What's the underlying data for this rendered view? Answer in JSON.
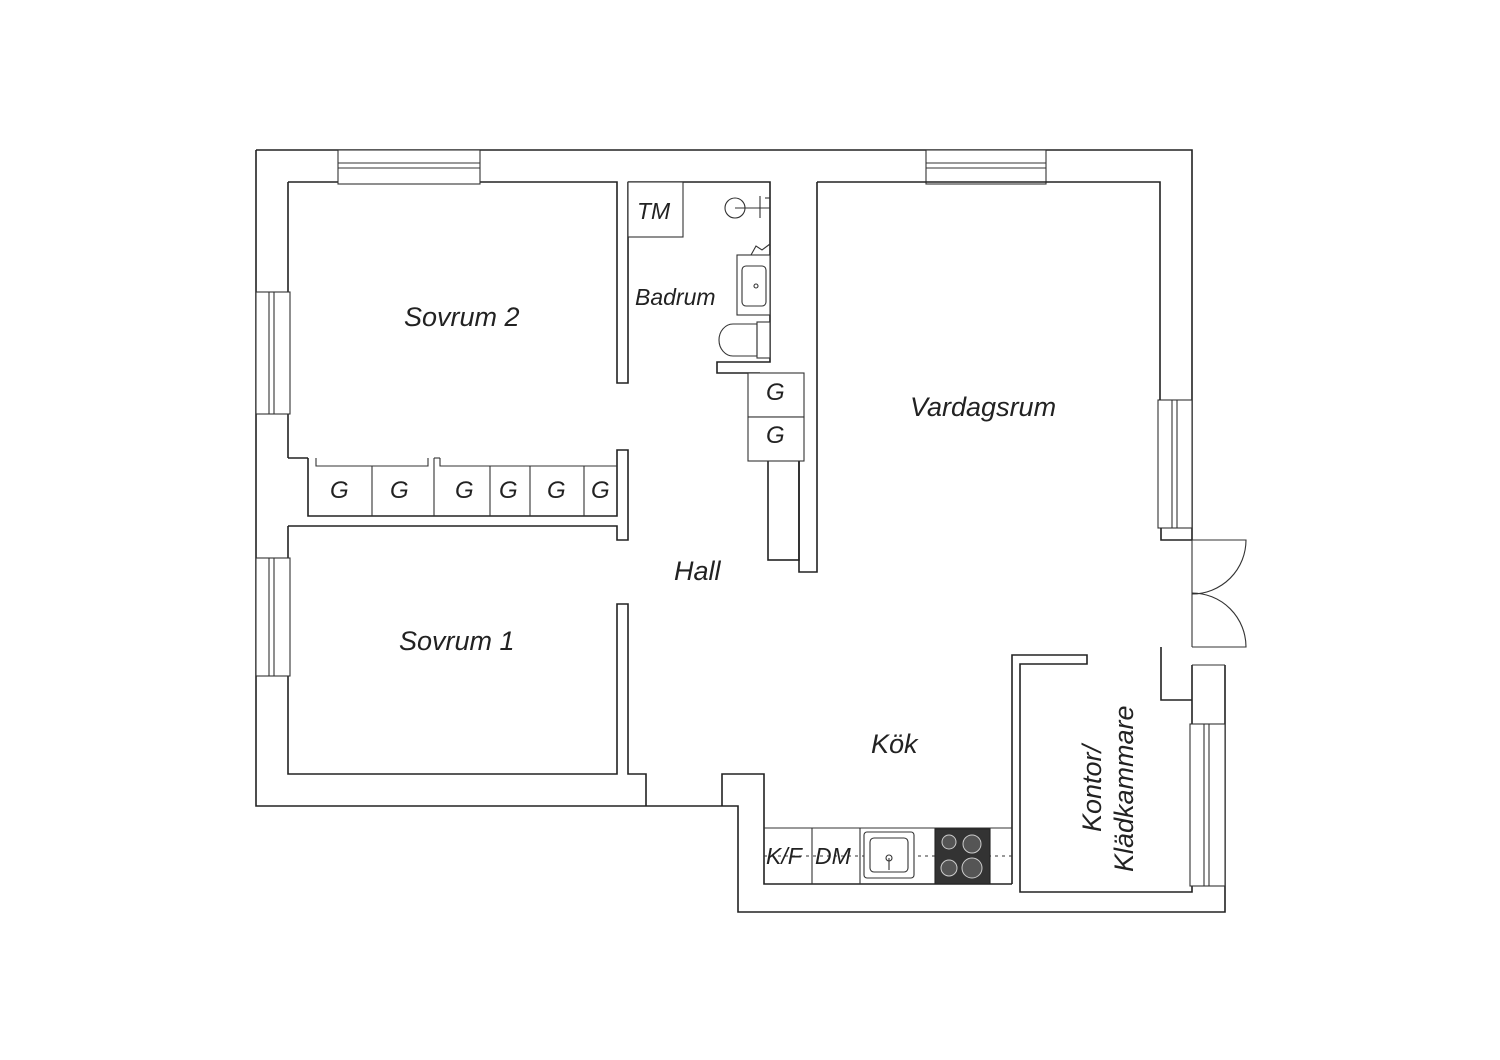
{
  "rooms": {
    "sovrum2": "Sovrum 2",
    "sovrum1": "Sovrum 1",
    "badrum": "Badrum",
    "vardagsrum": "Vardagsrum",
    "hall": "Hall",
    "kok": "Kök",
    "kontor_line1": "Kontor/",
    "kontor_line2": "Klädkammare"
  },
  "fixtures": {
    "tm": "TM",
    "kf": "K/F",
    "dm": "DM"
  },
  "wardrobes": {
    "hall_row": [
      "G",
      "G",
      "G",
      "G",
      "G",
      "G"
    ],
    "hall_column": [
      "G",
      "G"
    ]
  },
  "colors": {
    "wall": "#222222",
    "stove": "#333333",
    "background": "#ffffff"
  }
}
